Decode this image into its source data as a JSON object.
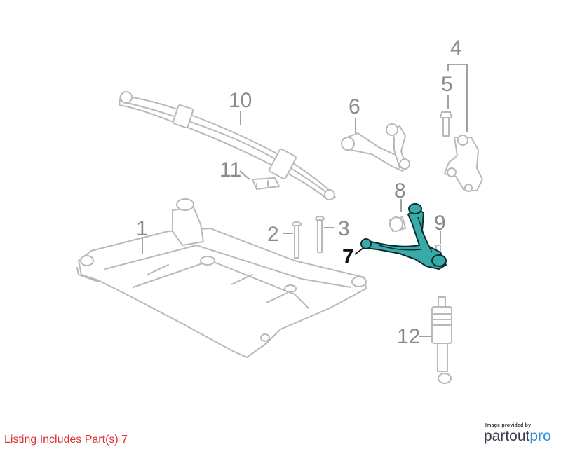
{
  "colors": {
    "highlight": "#3aa9a9",
    "outline": "#b9b9b9",
    "callout": "#8a8a8a",
    "note": "#e03030",
    "brand_accent": "#2f8fd6"
  },
  "callouts": [
    {
      "id": "c1",
      "label": "1"
    },
    {
      "id": "c2",
      "label": "2"
    },
    {
      "id": "c3",
      "label": "3"
    },
    {
      "id": "c4",
      "label": "4"
    },
    {
      "id": "c5",
      "label": "5"
    },
    {
      "id": "c6",
      "label": "6"
    },
    {
      "id": "c7",
      "label": "7",
      "highlighted": true
    },
    {
      "id": "c8",
      "label": "8"
    },
    {
      "id": "c9",
      "label": "9"
    },
    {
      "id": "c10",
      "label": "10"
    },
    {
      "id": "c11",
      "label": "11"
    },
    {
      "id": "c12",
      "label": "12"
    }
  ],
  "listing_note": "Listing Includes Part(s) 7",
  "credit": {
    "caption": "Image provided by",
    "brand_part1": "partout",
    "brand_part2": "pro"
  }
}
